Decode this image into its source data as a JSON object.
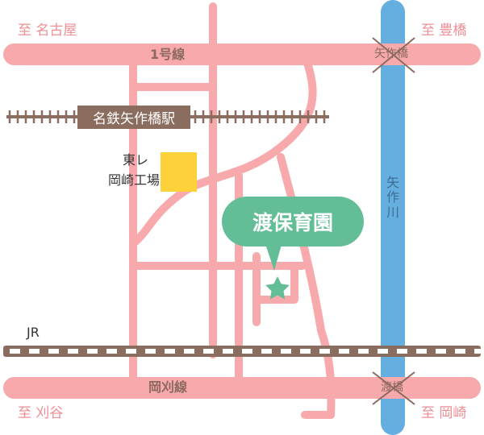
{
  "colors": {
    "road": "#f8a9ab",
    "river": "#65aee0",
    "rail": "#8b6d5f",
    "station_box": "#8b6d5f",
    "factory": "#fdd139",
    "callout": "#63bd96",
    "star": "#63bd96",
    "corner_text": "#ee8f96"
  },
  "directions": {
    "top_left": "至 名古屋",
    "top_right": "至 豊橋",
    "bottom_left": "至 刈谷",
    "bottom_right": "至 岡崎"
  },
  "roads": {
    "route1": "1号線",
    "okakari": "岡刈線"
  },
  "bridges": {
    "yahagibashi": "矢作橋",
    "watashibashi": "渡橋"
  },
  "stations": {
    "meitetsu": "名鉄矢作橋駅"
  },
  "railways": {
    "jr": "JR"
  },
  "landmarks": {
    "factory_line1": "東レ",
    "factory_line2": "岡崎工場"
  },
  "river": {
    "name_chars": [
      "矢",
      "作",
      "川"
    ]
  },
  "destination": {
    "name": "渡保育園",
    "icon": "star-icon"
  }
}
